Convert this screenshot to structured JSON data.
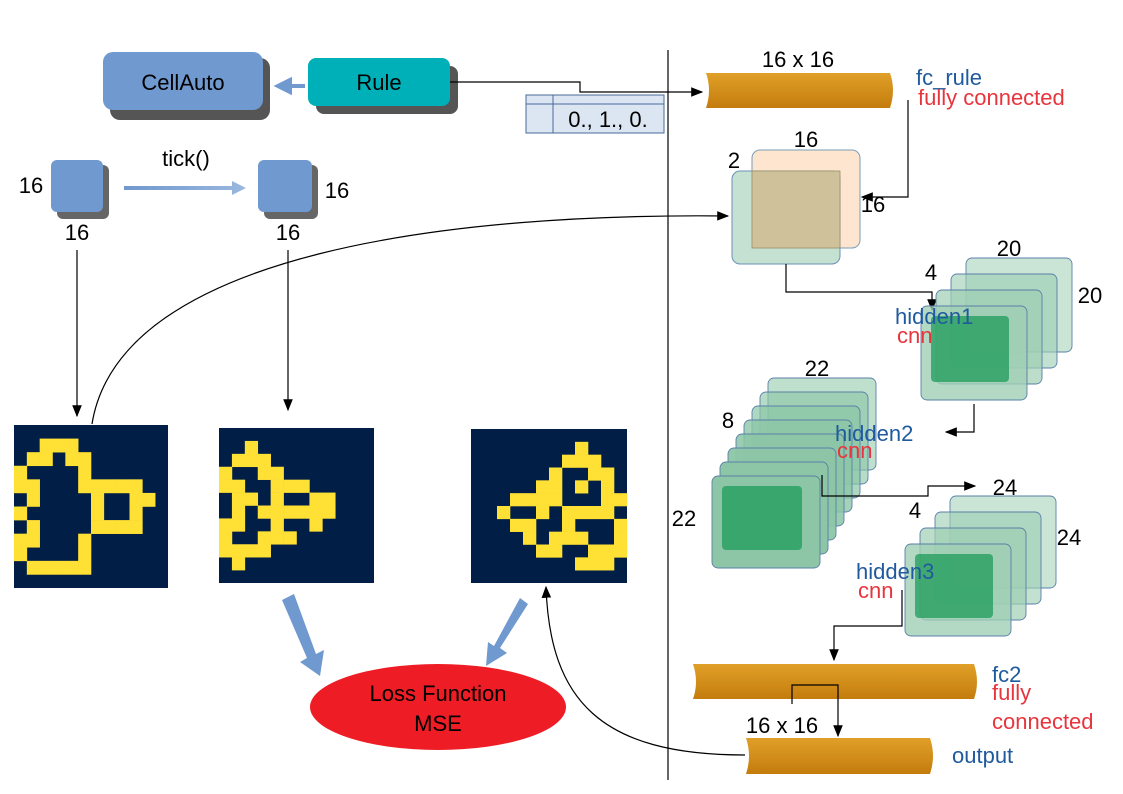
{
  "left": {
    "cellauto_label": "CellAuto",
    "rule_label": "Rule",
    "rule_vector": "0., 1., 0.",
    "tick_label": "tick()",
    "grid_size": "16",
    "loss_label_1": "Loss Function",
    "loss_label_2": "MSE"
  },
  "network": {
    "fc_rule": {
      "name": "fc_rule",
      "desc": "fully connected",
      "size": "16 x 16"
    },
    "input": {
      "channels": "2",
      "w": "16",
      "h": "16"
    },
    "hidden1": {
      "name": "hidden1",
      "kind": "cnn",
      "channels": "4",
      "w": "20",
      "h": "20"
    },
    "hidden2": {
      "name": "hidden2",
      "kind": "cnn",
      "channels": "8",
      "w": "22",
      "h": "22"
    },
    "hidden3": {
      "name": "hidden3",
      "kind": "cnn",
      "channels": "4",
      "w": "24",
      "h": "24"
    },
    "fc2": {
      "name": "fc2",
      "desc1": "fully",
      "desc2": "connected"
    },
    "output": {
      "name": "output",
      "size": "16 x 16"
    }
  },
  "colors": {
    "cell_blue": "#6f99cf",
    "rule_teal": "#00b0b8",
    "fc_orange": "#d78f17",
    "loss_red": "#ee1c24",
    "grid_bg": "#001e46",
    "grid_cell": "#ffe035",
    "layer_green": "#1e9b5a",
    "label_blue": "#1f5a9e",
    "label_red": "#e8353d"
  }
}
